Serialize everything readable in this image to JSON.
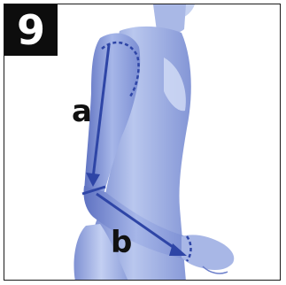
{
  "step": {
    "number": "9"
  },
  "measurements": [
    {
      "id": "a",
      "label": "a",
      "part": "upper arm"
    },
    {
      "id": "b",
      "label": "b",
      "part": "forearm"
    }
  ],
  "colors": {
    "background": "#ffffff",
    "figure_light": "#c9d4ef",
    "figure_mid": "#8e9fd8",
    "figure_dark": "#5f72c2",
    "arrow": "#2e45a6",
    "badge": "#0d0d0d"
  }
}
